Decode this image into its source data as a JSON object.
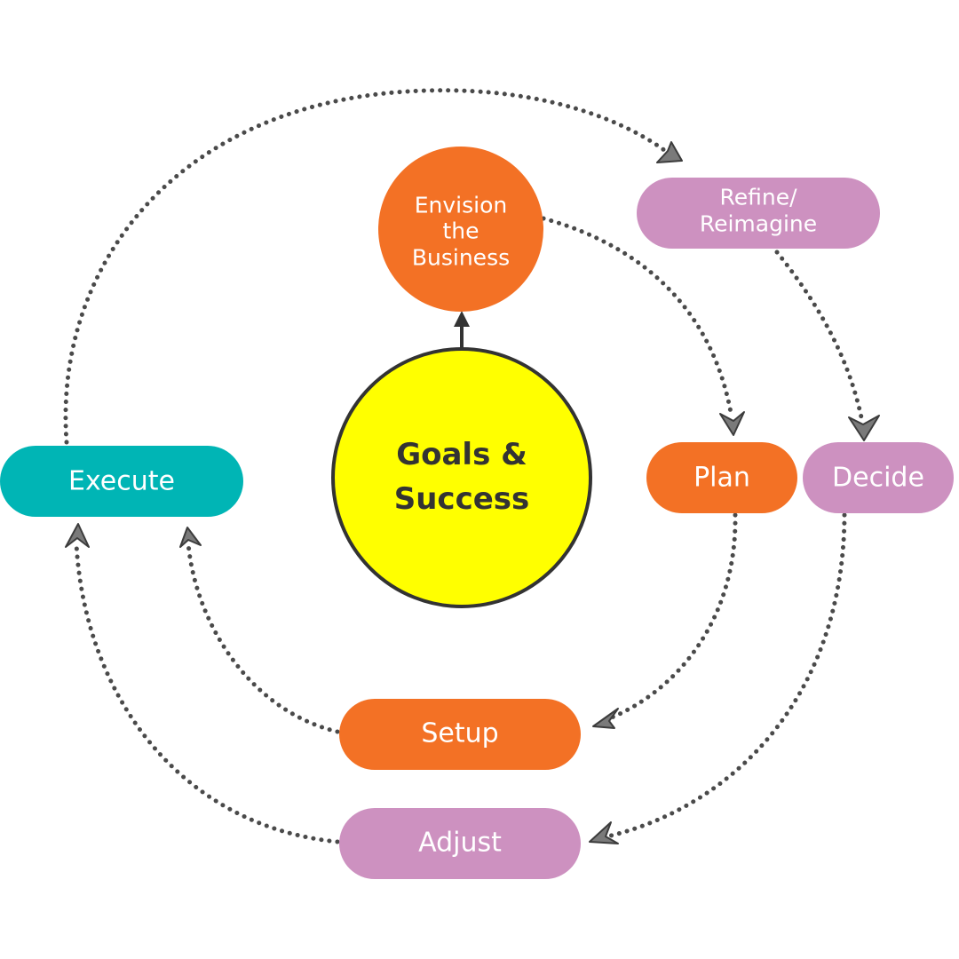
{
  "colors": {
    "orange": "#f37125",
    "purple": "#cd91c0",
    "teal": "#00b5b5",
    "yellow": "#ffff00",
    "outline": "#333333",
    "arrow": "#4a4a4a"
  },
  "nodes": {
    "goals": {
      "line1": "Goals &",
      "line2": "Success"
    },
    "envision": {
      "line1": "Envision",
      "line2": "the",
      "line3": "Business"
    },
    "refine": {
      "line1": "Refine/",
      "line2": "Reimagine"
    },
    "plan": {
      "label": "Plan"
    },
    "decide": {
      "label": "Decide"
    },
    "execute": {
      "label": "Execute"
    },
    "setup": {
      "label": "Setup"
    },
    "adjust": {
      "label": "Adjust"
    }
  }
}
